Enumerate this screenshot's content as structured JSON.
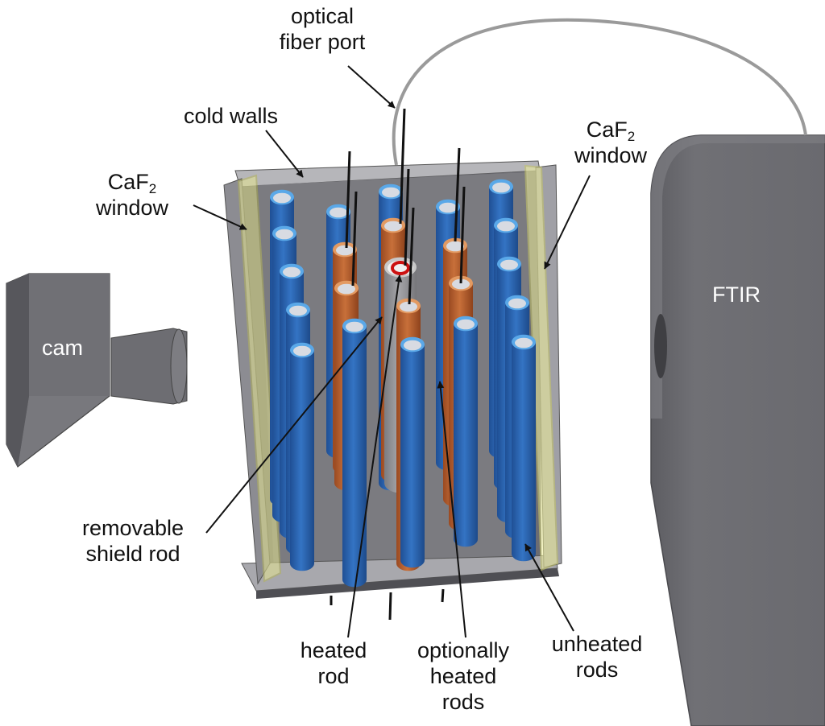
{
  "labels": {
    "optical_fiber_port": [
      "optical",
      "fiber port"
    ],
    "cold_walls": "cold walls",
    "caf2_window_left": {
      "base": "CaF",
      "subscript": "2",
      "line2": "window"
    },
    "caf2_window_right": {
      "base": "CaF",
      "subscript": "2",
      "line2": "window"
    },
    "cam": "cam",
    "ftir": "FTIR",
    "removable_shield_rod": [
      "removable",
      "shield rod"
    ],
    "heated_rod": [
      "heated",
      "rod"
    ],
    "optionally_heated_rods": [
      "optionally",
      "heated",
      "rods"
    ],
    "unheated_rods": [
      "unheated",
      "rods"
    ]
  },
  "colors": {
    "unheated_rod": "#2f68b3",
    "unheated_rod_rim": "#5aa8e8",
    "heated_rod": "#b8602e",
    "heated_rod_rim": "#e39a62",
    "shield_rod": "#8f8f8f",
    "heated_rod_tip": "#cc1111",
    "wall": "#8a8a8f",
    "window": "#e6e690",
    "device": "#6f6f74"
  }
}
